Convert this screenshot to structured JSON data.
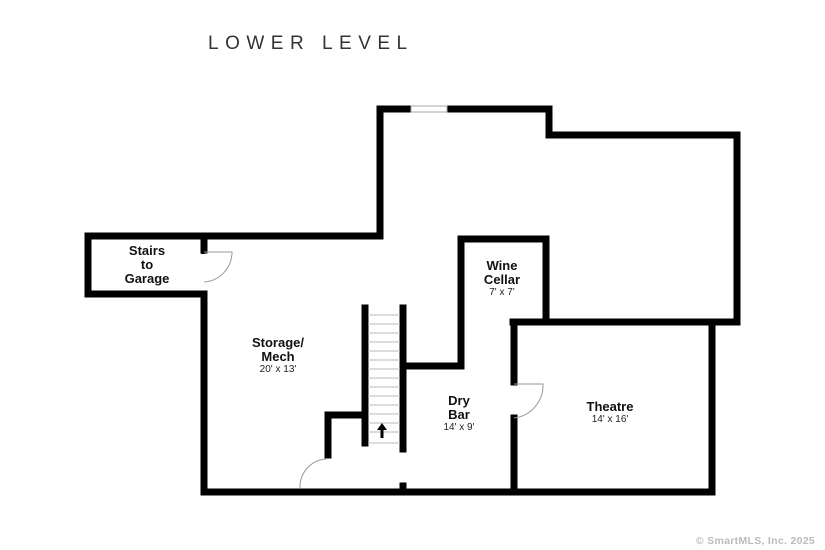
{
  "title": "LOWER LEVEL",
  "rooms": [
    {
      "name": "Stairs\nto\nGarage",
      "lines": [
        "Stairs",
        "to",
        "Garage"
      ],
      "dims": ""
    },
    {
      "lines": [
        "Storage/",
        "Mech"
      ],
      "dims": "20' x 13'"
    },
    {
      "lines": [
        "Wine",
        "Cellar"
      ],
      "dims": "7' x 7'"
    },
    {
      "lines": [
        "Dry",
        "Bar"
      ],
      "dims": "14' x 9'"
    },
    {
      "lines": [
        "Theatre"
      ],
      "dims": "14' x 16'"
    }
  ],
  "copyright": "© SmartMLS, Inc.  2025"
}
